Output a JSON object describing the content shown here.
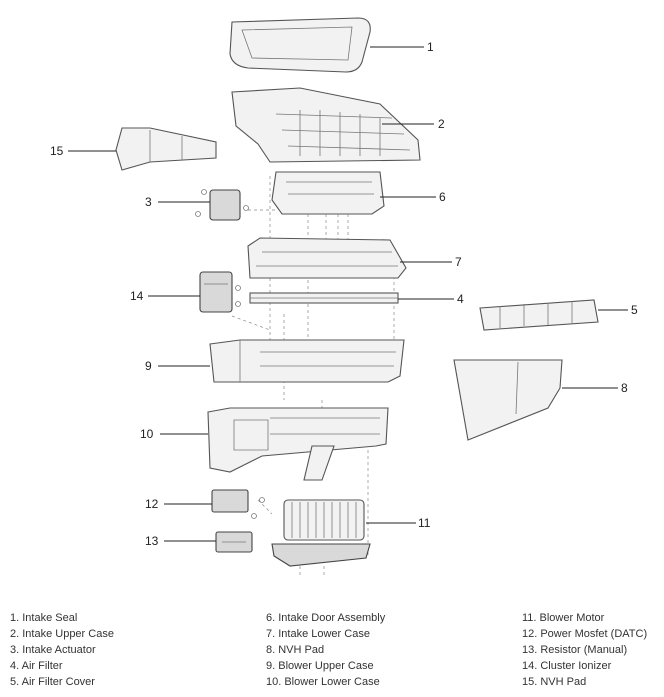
{
  "callouts": {
    "c1": "1",
    "c2": "2",
    "c3": "3",
    "c4": "4",
    "c5": "5",
    "c6": "6",
    "c7": "7",
    "c8": "8",
    "c9": "9",
    "c10": "10",
    "c11": "11",
    "c12": "12",
    "c13": "13",
    "c14": "14",
    "c15": "15"
  },
  "legend": {
    "col1": [
      "1. Intake Seal",
      "2. Intake Upper Case",
      "3. Intake Actuator",
      "4. Air Filter",
      "5. Air Filter Cover"
    ],
    "col2": [
      "6. Intake Door Assembly",
      "7. Intake Lower Case",
      "8. NVH Pad",
      "9. Blower Upper Case",
      "10. Blower Lower Case"
    ],
    "col3": [
      "11. Blower Motor",
      "12. Power Mosfet (DATC)",
      "13. Resistor (Manual)",
      "14. Cluster Ionizer",
      "15. NVH Pad"
    ]
  }
}
